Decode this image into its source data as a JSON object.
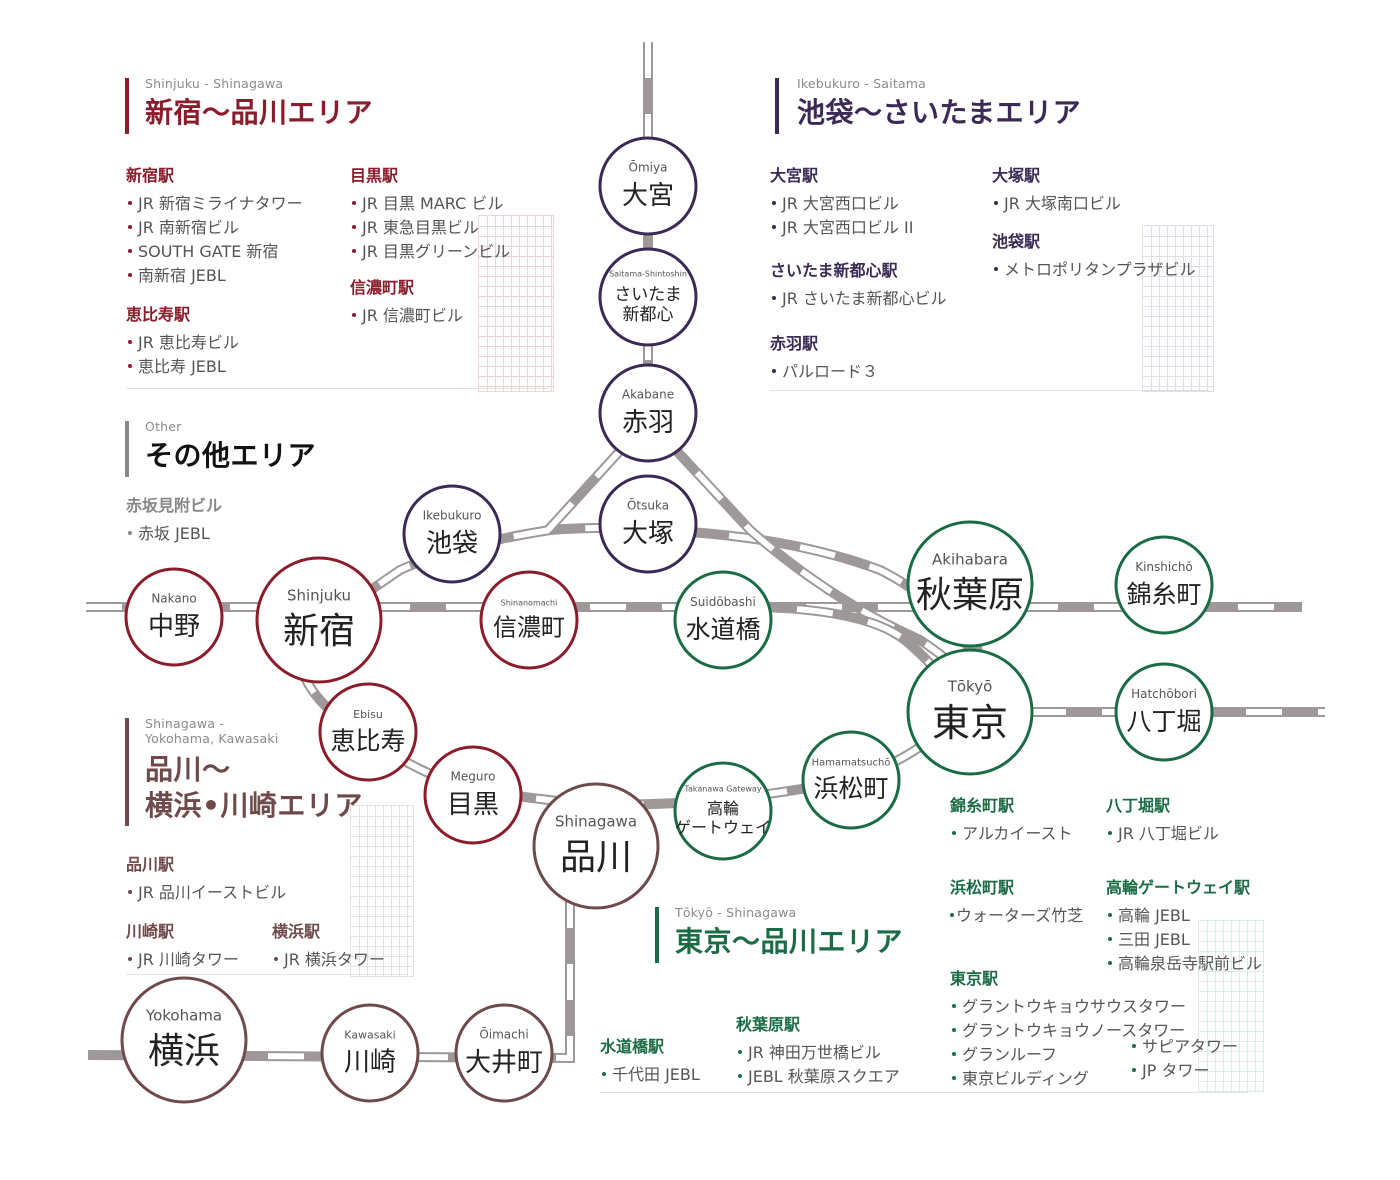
{
  "colors": {
    "shinjuku": "#8b1c2b",
    "ikebukuro": "#3a2a55",
    "tokyo": "#1b6b45",
    "shinagawa": "#6e4a4a",
    "other": "#888888",
    "track": "#9e9898"
  },
  "areas": {
    "shinjuku": {
      "en": "Shinjuku - Shinagawa",
      "ja": "新宿〜品川エリア"
    },
    "ikebukuro": {
      "en": "Ikebukuro - Saitama",
      "ja": "池袋〜さいたまエリア"
    },
    "other": {
      "en": "Other",
      "ja": "その他エリア"
    },
    "shinagawa": {
      "en1": "Shinagawa -",
      "en2": "Yokohama, Kawasaki",
      "ja1": "品川〜",
      "ja2": "横浜•川崎エリア"
    },
    "tokyo": {
      "en": "Tōkyō - Shinagawa",
      "ja": "東京〜品川エリア"
    }
  },
  "groups": {
    "shinjuku_st": {
      "title": "新宿駅",
      "items": [
        "JR 新宿ミライナタワー",
        "JR 南新宿ビル",
        "SOUTH GATE 新宿",
        "南新宿 JEBL"
      ]
    },
    "ebisu_st": {
      "title": "恵比寿駅",
      "items": [
        "JR 恵比寿ビル",
        "恵比寿 JEBL"
      ]
    },
    "meguro_st": {
      "title": "目黒駅",
      "items": [
        "JR 目黒 MARC ビル",
        "JR 東急目黒ビル",
        "JR 目黒グリーンビル"
      ]
    },
    "shinanomachi_st": {
      "title": "信濃町駅",
      "items": [
        "JR 信濃町ビル"
      ]
    },
    "omiya_st": {
      "title": "大宮駅",
      "items": [
        "JR 大宮西口ビル",
        "JR 大宮西口ビル II"
      ]
    },
    "saitama_st": {
      "title": "さいたま新都心駅",
      "items": [
        "JR さいたま新都心ビル"
      ]
    },
    "akabane_st": {
      "title": "赤羽駅",
      "items": [
        "パルロード３"
      ]
    },
    "otsuka_st": {
      "title": "大塚駅",
      "items": [
        "JR 大塚南口ビル"
      ]
    },
    "ikebukuro_st": {
      "title": "池袋駅",
      "items": [
        "メトロポリタンプラザビル"
      ]
    },
    "akasaka": {
      "title": "赤坂見附ビル",
      "items": [
        "赤坂 JEBL"
      ]
    },
    "shinagawa_st": {
      "title": "品川駅",
      "items": [
        "JR 品川イーストビル"
      ]
    },
    "kawasaki_st": {
      "title": "川崎駅",
      "items": [
        "JR 川崎タワー"
      ]
    },
    "yokohama_st": {
      "title": "横浜駅",
      "items": [
        "JR 横浜タワー"
      ]
    },
    "kinshicho_st": {
      "title": "錦糸町駅",
      "items": [
        "アルカイースト"
      ]
    },
    "hatchobori_st": {
      "title": "八丁堀駅",
      "items": [
        "JR 八丁堀ビル"
      ]
    },
    "hamamatsucho_st": {
      "title": "浜松町駅",
      "items": [
        "ウォーターズ竹芝"
      ]
    },
    "takanawa_st": {
      "title": "高輪ゲートウェイ駅",
      "items": [
        "高輪 JEBL",
        "三田 JEBL",
        "高輪泉岳寺駅前ビル"
      ]
    },
    "tokyo_st": {
      "title": "東京駅",
      "items": [
        "グラントウキョウサウスタワー",
        "グラントウキョウノースタワー",
        "グランルーフ",
        "東京ビルディング"
      ]
    },
    "tokyo_st2": {
      "items": [
        "サピアタワー",
        "JP タワー"
      ]
    },
    "suidobashi_st": {
      "title": "水道橋駅",
      "items": [
        "千代田 JEBL"
      ]
    },
    "akihabara_st": {
      "title": "秋葉原駅",
      "items": [
        "JR 神田万世橋ビル",
        "JEBL 秋葉原スクエア"
      ]
    }
  },
  "stations": [
    {
      "id": "omiya",
      "en": "Ōmiya",
      "ja": [
        "大宮"
      ],
      "area": "ikebukuro"
    },
    {
      "id": "saitama",
      "en": "Saitama-Shintoshin",
      "ja": [
        "さいたま",
        "新都心"
      ],
      "area": "ikebukuro"
    },
    {
      "id": "akabane",
      "en": "Akabane",
      "ja": [
        "赤羽"
      ],
      "area": "ikebukuro"
    },
    {
      "id": "otsuka",
      "en": "Ōtsuka",
      "ja": [
        "大塚"
      ],
      "area": "ikebukuro"
    },
    {
      "id": "ikebukuro",
      "en": "Ikebukuro",
      "ja": [
        "池袋"
      ],
      "area": "ikebukuro"
    },
    {
      "id": "nakano",
      "en": "Nakano",
      "ja": [
        "中野"
      ],
      "area": "shinjuku"
    },
    {
      "id": "shinjuku",
      "en": "Shinjuku",
      "ja": [
        "新宿"
      ],
      "area": "shinjuku"
    },
    {
      "id": "shinanomachi",
      "en": "Shinanomachi",
      "ja": [
        "信濃町"
      ],
      "area": "shinjuku"
    },
    {
      "id": "ebisu",
      "en": "Ebisu",
      "ja": [
        "恵比寿"
      ],
      "area": "shinjuku"
    },
    {
      "id": "meguro",
      "en": "Meguro",
      "ja": [
        "目黒"
      ],
      "area": "shinjuku"
    },
    {
      "id": "suidobashi",
      "en": "Suidōbashi",
      "ja": [
        "水道橋"
      ],
      "area": "tokyo"
    },
    {
      "id": "akihabara",
      "en": "Akihabara",
      "ja": [
        "秋葉原"
      ],
      "area": "tokyo"
    },
    {
      "id": "kinshicho",
      "en": "Kinshichō",
      "ja": [
        "錦糸町"
      ],
      "area": "tokyo"
    },
    {
      "id": "tokyo",
      "en": "Tōkyō",
      "ja": [
        "東京"
      ],
      "area": "tokyo"
    },
    {
      "id": "hatchobori",
      "en": "Hatchōbori",
      "ja": [
        "八丁堀"
      ],
      "area": "tokyo"
    },
    {
      "id": "hamamatsucho",
      "en": "Hamamatsuchō",
      "ja": [
        "浜松町"
      ],
      "area": "tokyo"
    },
    {
      "id": "takanawa",
      "en": "Takanawa Gateway",
      "ja": [
        "高輪",
        "ゲートウェイ"
      ],
      "area": "tokyo"
    },
    {
      "id": "shinagawa",
      "en": "Shinagawa",
      "ja": [
        "品川"
      ],
      "area": "shinagawa"
    },
    {
      "id": "yokohama",
      "en": "Yokohama",
      "ja": [
        "横浜"
      ],
      "area": "shinagawa"
    },
    {
      "id": "kawasaki",
      "en": "Kawasaki",
      "ja": [
        "川崎"
      ],
      "area": "shinagawa"
    },
    {
      "id": "oimachi",
      "en": "Ōimachi",
      "ja": [
        "大井町"
      ],
      "area": "shinagawa"
    }
  ]
}
